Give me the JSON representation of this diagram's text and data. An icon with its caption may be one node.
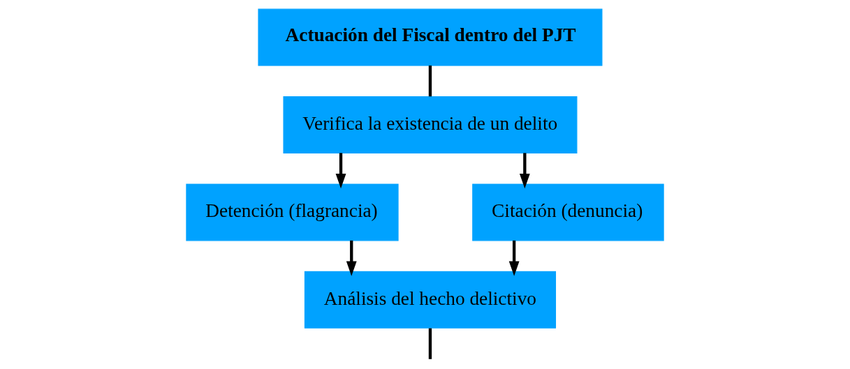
{
  "diagram": {
    "nodes": [
      {
        "text": [
          "Actuación del Fiscal dentro del PJT"
        ]
      },
      {
        "text": [
          "Verifica la existencia de un delito"
        ]
      },
      {
        "text": [
          "Detención (flagrancia)"
        ]
      },
      {
        "text": [
          "Citación (denuncia)"
        ]
      },
      {
        "text": [
          "Análisis del hecho delictivo"
        ]
      }
    ],
    "edges": [
      {
        "from": 0,
        "to": 1,
        "arrow": "none"
      },
      {
        "from": 1,
        "to": 2,
        "arrow": "to"
      },
      {
        "from": 1,
        "to": 3,
        "arrow": "to"
      },
      {
        "from": 2,
        "to": 4,
        "arrow": "to"
      },
      {
        "from": 3,
        "to": 4,
        "arrow": "to"
      },
      {
        "from": 4,
        "to": null,
        "arrow": "none"
      }
    ]
  }
}
